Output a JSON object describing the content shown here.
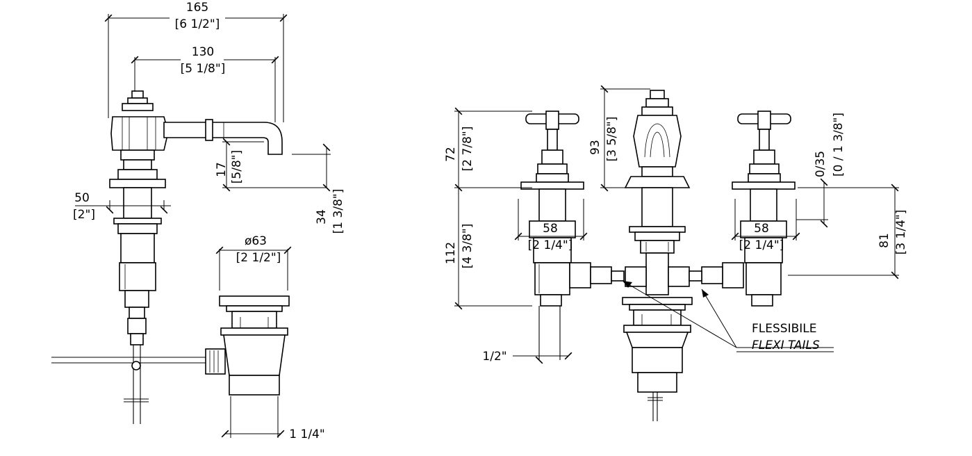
{
  "dimensions": {
    "side_width_mm": "165",
    "side_width_in": "[6 1/2\"]",
    "spout_reach_mm": "130",
    "spout_reach_in": "[5 1/8\"]",
    "spout_height_mm": "17",
    "spout_height_in": "[5/8\"]",
    "outlet_height_mm": "34",
    "outlet_height_in": "[1 3/8\"]",
    "base_mm": "50",
    "base_in": "[2\"]",
    "waste_dia_mm": "ø63",
    "waste_dia_in": "[2 1/2\"]",
    "waste_thread": "1 1/4\"",
    "handle_height_mm": "72",
    "handle_height_in": "[2 7/8\"]",
    "spout_top_mm": "93",
    "spout_top_in": "[3 5/8\"]",
    "deck_range_mm": "0/35",
    "deck_range_in": "[0 / 1 3/8\"]",
    "shank_length_mm": "112",
    "shank_length_in": "[4 3/8\"]",
    "nut_left_mm": "58",
    "nut_left_in": "[2 1/4\"]",
    "nut_right_mm": "58",
    "nut_right_in": "[2 1/4\"]",
    "connection_height_mm": "81",
    "connection_height_in": "[3 1/4\"]",
    "inlet_thread": "1/2\""
  },
  "notes": {
    "flexi_it": "FLESSIBILE",
    "flexi_en": "FLEXI TAILS"
  }
}
